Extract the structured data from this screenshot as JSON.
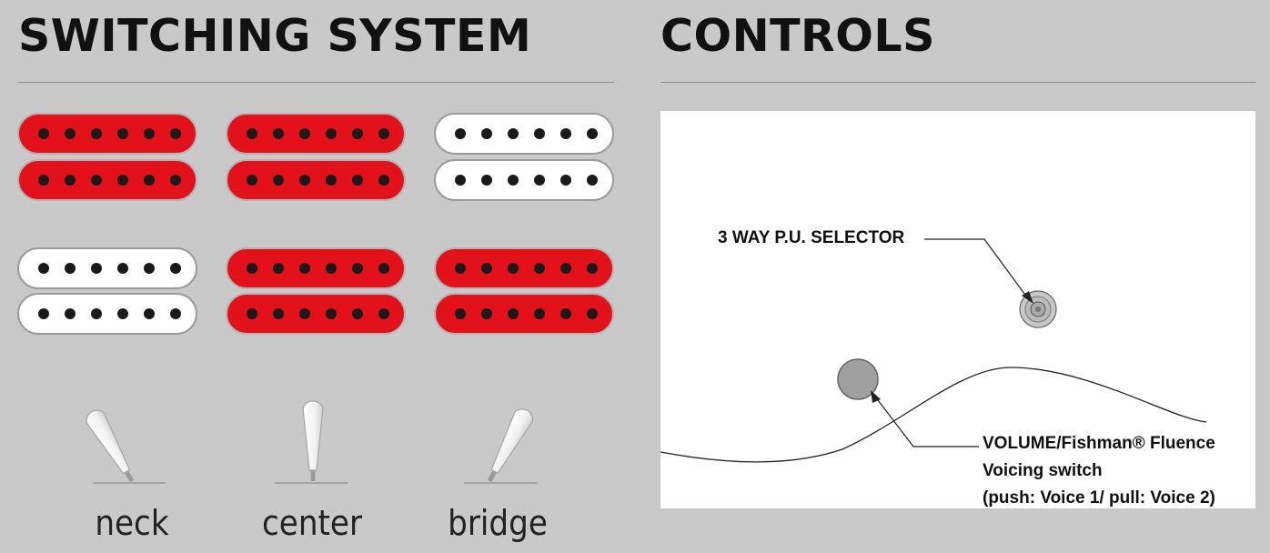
{
  "switching": {
    "title": "SWITCHING SYSTEM",
    "positions": [
      {
        "label": "neck",
        "coils": [
          "red",
          "red",
          "white",
          "white"
        ]
      },
      {
        "label": "center",
        "coils": [
          "red",
          "red",
          "red",
          "red"
        ]
      },
      {
        "label": "bridge",
        "coils": [
          "white",
          "white",
          "red",
          "red"
        ]
      }
    ]
  },
  "controls": {
    "title": "CONTROLS",
    "selector_label": "3 WAY P.U. SELECTOR",
    "volume_label_lines": [
      "VOLUME/Fishman® Fluence",
      "Voicing switch",
      "(push: Voice 1/ pull: Voice 2)"
    ]
  },
  "colors": {
    "background": "#c9c9c9",
    "red_coil": "#e2111a",
    "white_coil": "#ffffff",
    "pole": "#1a1a1a"
  }
}
